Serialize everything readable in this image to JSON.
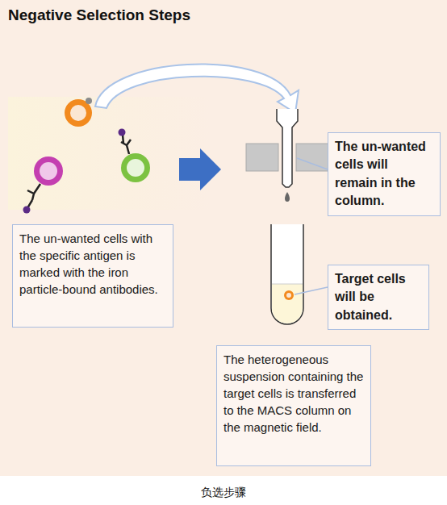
{
  "diagram": {
    "title": "Negative Selection Steps",
    "caption": "负选步骤",
    "nodes": [
      {
        "text": [
          "The un-wanted cells will remain in the column."
        ]
      },
      {
        "text": [
          "The un-wanted cells with the specific antigen is marked with the iron particle-bound antibodies."
        ]
      },
      {
        "text": [
          "Target cells will be obtained."
        ]
      },
      {
        "text": [
          "The heterogeneous suspension containing the target cells is transferred to the MACS column on the magnetic field."
        ]
      }
    ]
  }
}
